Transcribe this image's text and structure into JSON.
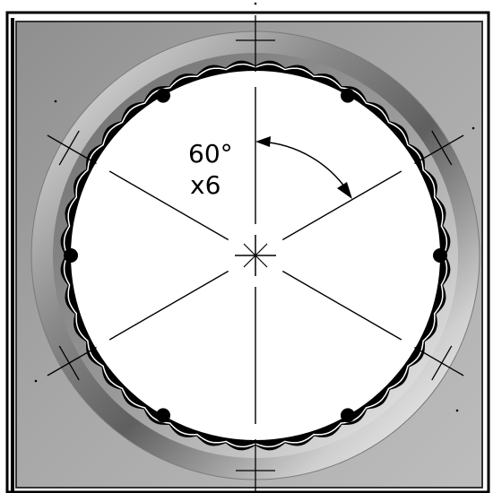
{
  "annotation": {
    "angle": "60°",
    "count": "x6"
  },
  "colors": {
    "plate": "#9e9e9e",
    "plate_light": "#d4d4d4",
    "plate_dark": "#6e6e6e",
    "frame": "#000000",
    "bore": "#ffffff",
    "line": "#000000"
  },
  "features": {
    "pattern_repeat": 6,
    "pattern_angle_deg": 60,
    "serration_count": 40
  }
}
